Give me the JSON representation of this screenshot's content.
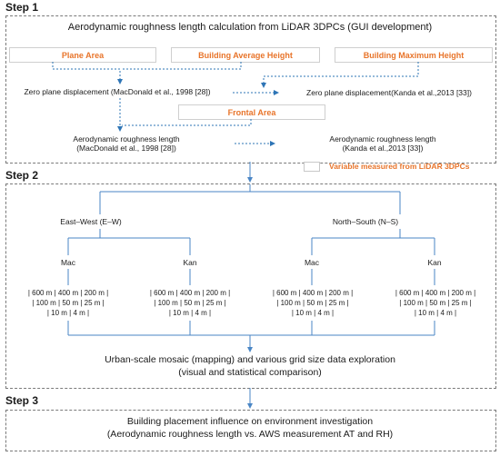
{
  "step1": {
    "label": "Step 1",
    "title": "Aerodynamic roughness length  calculation from LiDAR 3DPCs  (GUI development)",
    "plane_area": "Plane Area",
    "building_avg_height": "Building Average Height",
    "building_max_height": "Building Maximum Height",
    "zpd_macdonald": "Zero plane displacement (MacDonald et al., 1998 [28])",
    "zpd_kanda": "Zero plane displacement(Kanda et al.,2013 [33])",
    "frontal_area": "Frontal Area",
    "arl_macdonald_line1": "Aerodynamic roughness length",
    "arl_macdonald_line2": "(MacDonald et al., 1998 [28])",
    "arl_kanda_line1": "Aerodynamic roughness length",
    "arl_kanda_line2": "(Kanda et al.,2013 [33])"
  },
  "legend": {
    "text": "Variable measured from LiDAR 3DPCs"
  },
  "step2": {
    "label": "Step 2",
    "east_west": "East–West (E–W)",
    "north_south": "North–South (N–S)",
    "methods": [
      {
        "label": "Mac"
      },
      {
        "label": "Kan"
      },
      {
        "label": "Mac"
      },
      {
        "label": "Kan"
      }
    ],
    "grid_line1": "| 600 m | 400 m | 200 m |",
    "grid_line2": "| 100 m | 50 m | 25 m |",
    "grid_line3": "| 10 m | 4 m |",
    "mosaic_line1": "Urban-scale mosaic (mapping) and various grid size data exploration",
    "mosaic_line2": "(visual and statistical comparison)"
  },
  "step3": {
    "label": "Step 3",
    "line1": "Building placement influence on environment investigation",
    "line2": "(Aerodynamic roughness length vs. AWS measurement AT and RH)"
  },
  "colors": {
    "orange": "#e8742a",
    "arrow_blue": "#2e75b6",
    "tree_blue": "#4a86c5"
  }
}
